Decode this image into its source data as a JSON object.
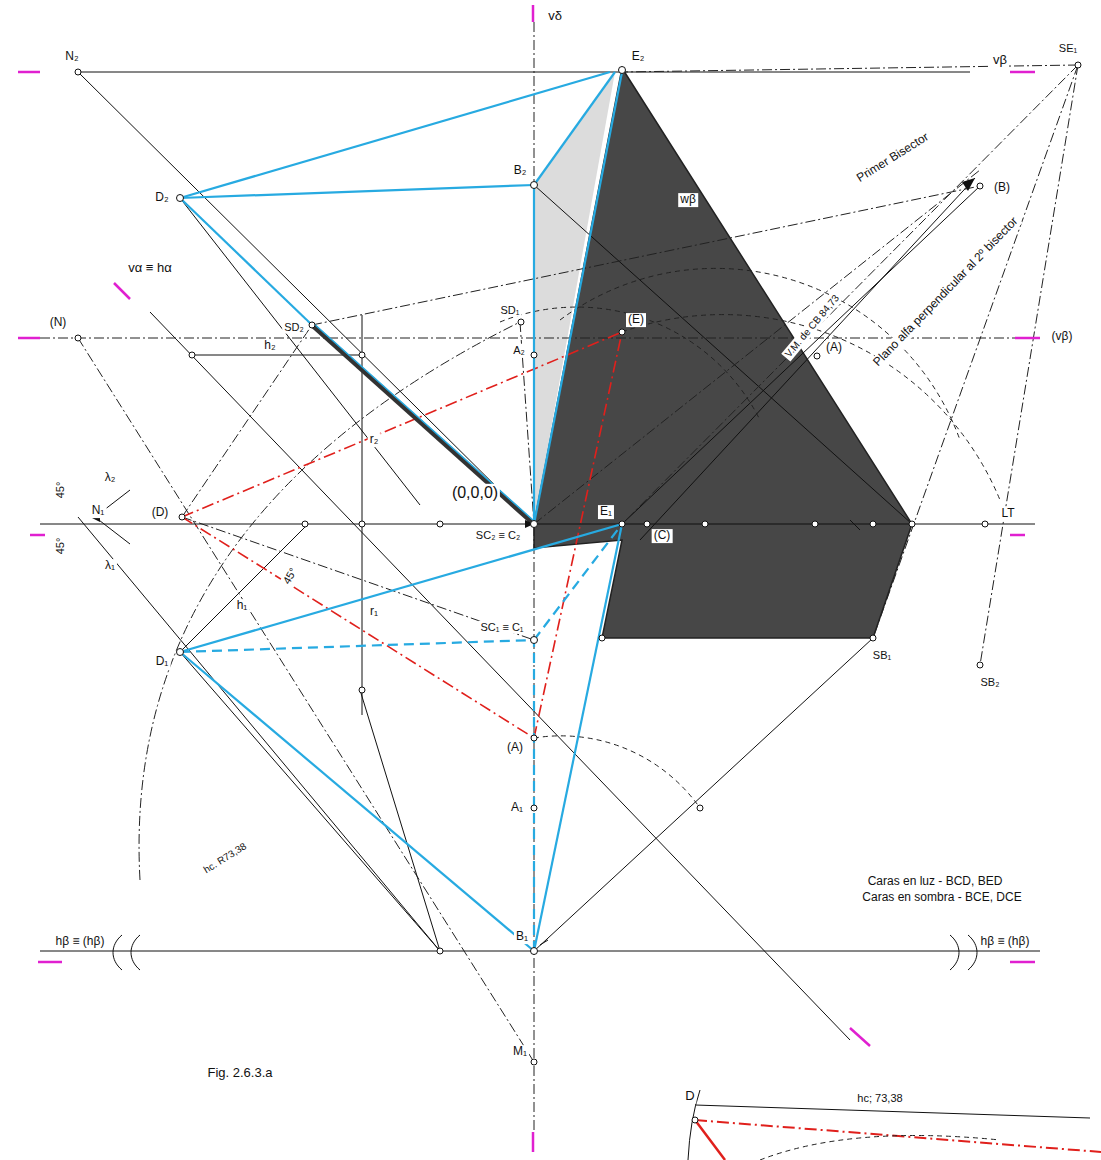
{
  "diagram": {
    "caption": "Fig. 2.6.3.a",
    "labels": [
      "vδ",
      "N₂",
      "E₂",
      "vβ",
      "SE₁",
      "D₂",
      "B₂",
      "Primer Bisector",
      "(B)",
      "wβ",
      "Plano alfa perpendicular al 2º bisector",
      "V.M. de CB 84,73",
      "vα ≡ hα",
      "(N)",
      "SD₂",
      "SD₁",
      "(E)",
      "(vβ)",
      "A₂",
      "(A)",
      "h₂",
      "r₂",
      "λ₂",
      "45°",
      "45°",
      "N₁",
      "(D)",
      "(0,0,0)",
      "SC₂ ≡ C₂",
      "E₁",
      "(C)",
      "LT",
      "λ₁",
      "45°",
      "h₁",
      "r₁",
      "D₁",
      "SC₁ ≡ C₁",
      "SB₁",
      "SB₂",
      "(A)",
      "A₁",
      "hc. R73,38",
      "Caras en luz - BCD, BED",
      "Caras en sombra - BCE, DCE",
      "hβ ≡ (hβ)",
      "hβ ≡ (hβ)",
      "B₁",
      "M₁",
      "D",
      "hc; 73,38"
    ]
  }
}
